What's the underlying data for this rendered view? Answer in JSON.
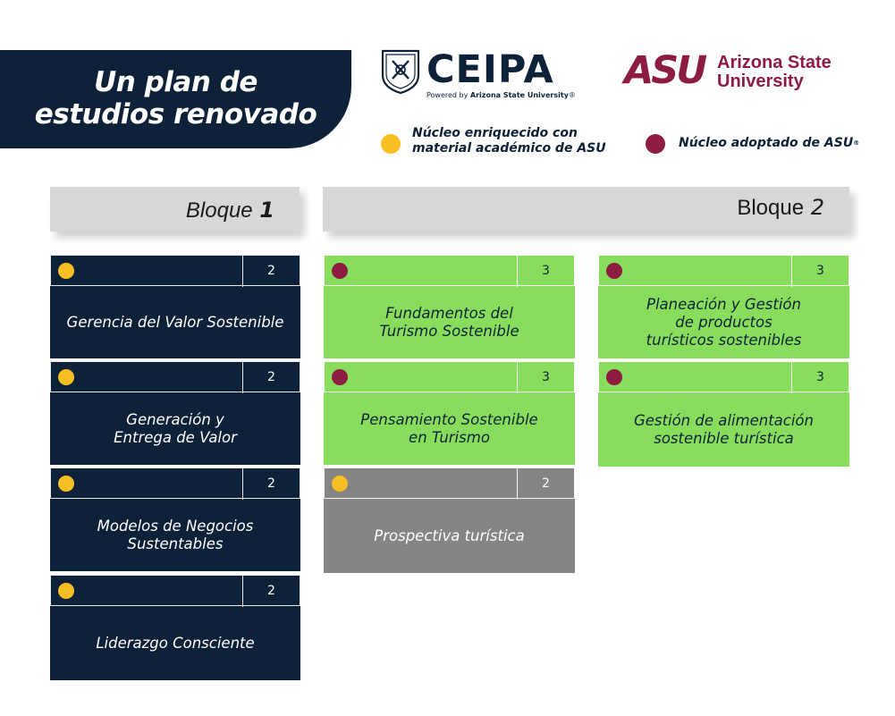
{
  "header": {
    "title_line1": "Un plan de",
    "title_line2": "estudios renovado"
  },
  "logos": {
    "ceipa_word": "CEIPA",
    "ceipa_powered_prefix": "Powered by ",
    "ceipa_powered_name": "Arizona State University",
    "ceipa_powered_mark": "®",
    "asu_letters": "ASU",
    "asu_name_line1": "Arizona State",
    "asu_name_line2": "University"
  },
  "legend": {
    "enriched_line1": "Núcleo enriquecido con",
    "enriched_line2": "material académico de ASU",
    "adopted": "Núcleo adoptado de ASU",
    "adopted_mark": "®"
  },
  "colors": {
    "navy": "#0d2138",
    "green": "#88de5c",
    "gray": "#858585",
    "yellow_dot": "#f7bf23",
    "maroon_dot": "#8c1d40"
  },
  "blocks": {
    "bloque1_label": "Bloque",
    "bloque1_num": "1",
    "bloque2_label": "Bloque",
    "bloque2_num": "2"
  },
  "courses": {
    "b1": [
      {
        "name": "Gerencia del Valor Sostenible",
        "credits": "2",
        "type": "enriched"
      },
      {
        "name": "Generación y\nEntrega de Valor",
        "credits": "2",
        "type": "enriched"
      },
      {
        "name": "Modelos de Negocios\nSustentables",
        "credits": "2",
        "type": "enriched"
      },
      {
        "name": "Liderazgo Consciente",
        "credits": "2",
        "type": "enriched"
      }
    ],
    "b2a": [
      {
        "name": "Fundamentos del\nTurismo Sostenible",
        "credits": "3",
        "type": "adopted"
      },
      {
        "name": "Pensamiento Sostenible\nen Turismo",
        "credits": "3",
        "type": "adopted"
      },
      {
        "name": "Prospectiva turística",
        "credits": "2",
        "type": "enriched"
      }
    ],
    "b2b": [
      {
        "name": "Planeación y Gestión\nde productos\nturísticos sostenibles",
        "credits": "3",
        "type": "adopted"
      },
      {
        "name": "Gestión de alimentación\nsostenible turística",
        "credits": "3",
        "type": "adopted"
      }
    ]
  }
}
